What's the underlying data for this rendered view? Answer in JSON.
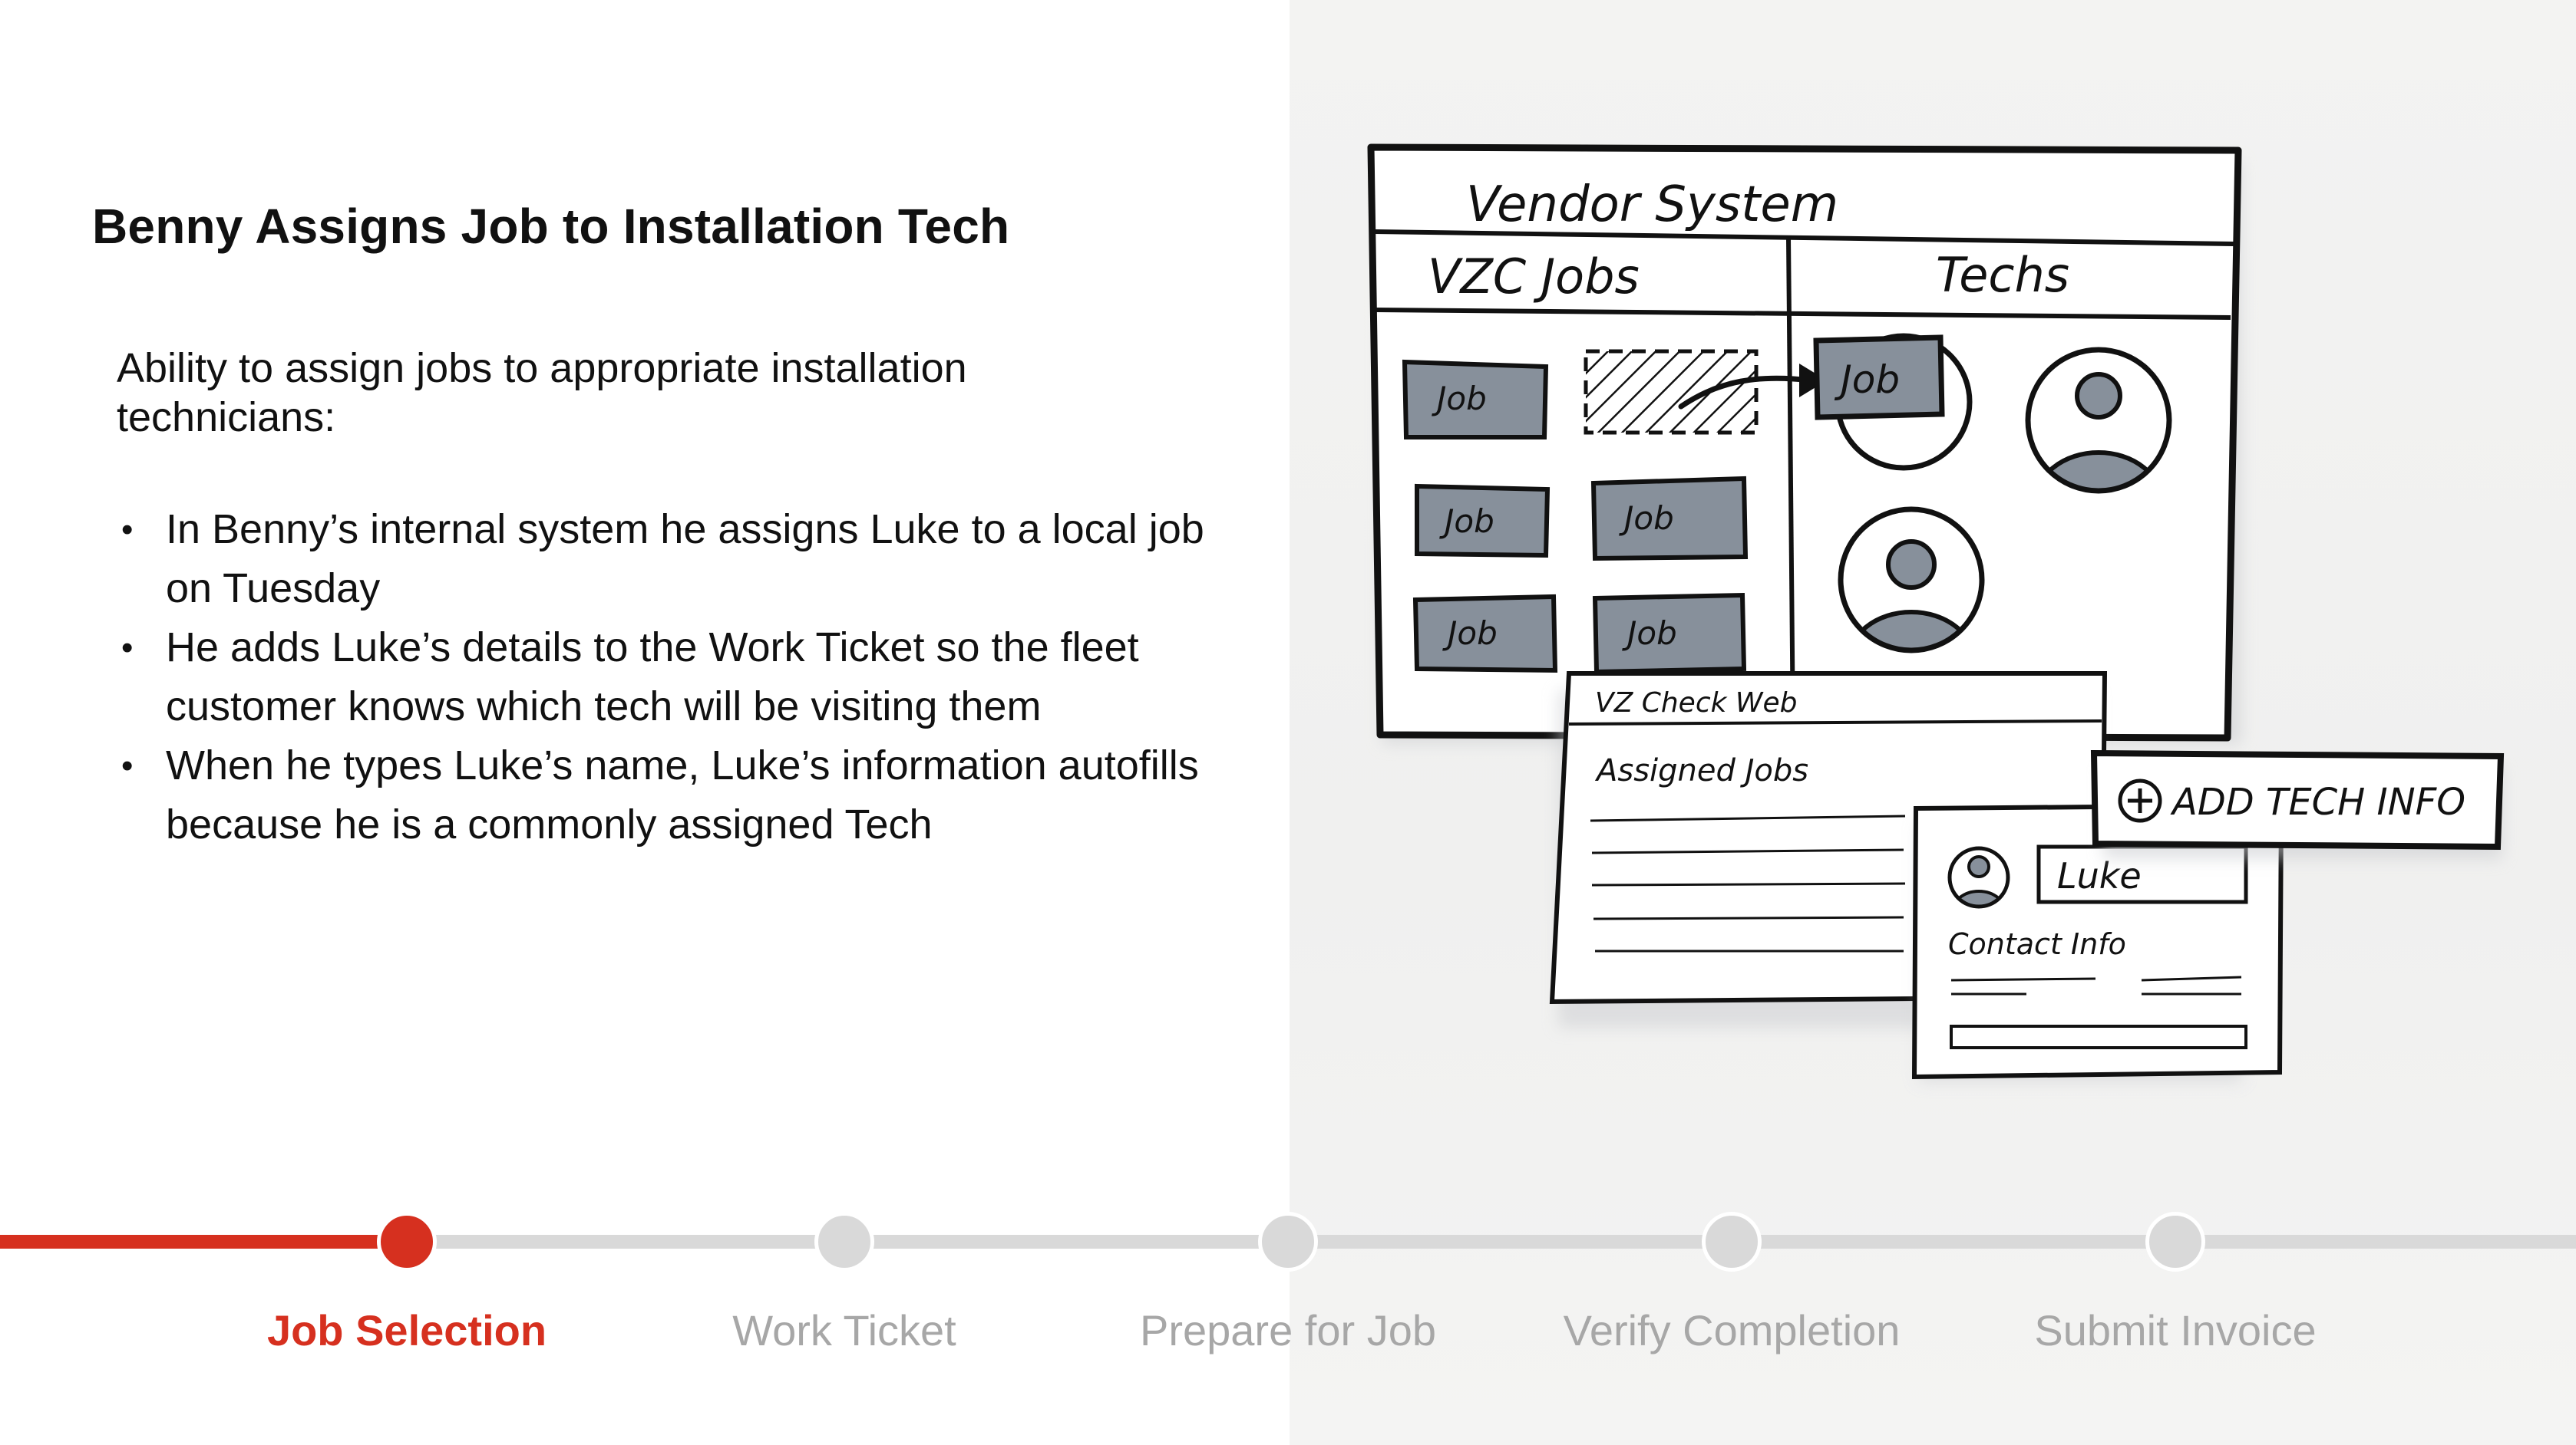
{
  "slide": {
    "title": "Benny Assigns Job to Installation Tech",
    "intro": "Ability to assign jobs to appropriate installation technicians:",
    "bullets": [
      "In Benny’s internal system he assigns Luke to a local job on Tuesday",
      "He adds Luke’s details to the Work Ticket so the fleet customer knows which tech will be visiting them",
      "When he types Luke’s name, Luke’s information autofills because he is a commonly assigned Tech"
    ]
  },
  "sketch": {
    "vendor_title": "Vendor System",
    "jobs_header": "VZC Jobs",
    "techs_header": "Techs",
    "job_label": "Job",
    "check_web_title": "VZ Check Web",
    "assigned_jobs": "Assigned Jobs",
    "add_tech_info": "ADD TECH INFO",
    "tech_name": "Luke",
    "contact_info": "Contact Info",
    "job_fill_color": "#87909b"
  },
  "timeline": {
    "active_index": 0,
    "steps": [
      "Job Selection",
      "Work Ticket",
      "Prepare for Job",
      "Verify Completion",
      "Submit Invoice"
    ],
    "accent_color": "#d6301f",
    "inactive_color": "#d9d9d9"
  }
}
